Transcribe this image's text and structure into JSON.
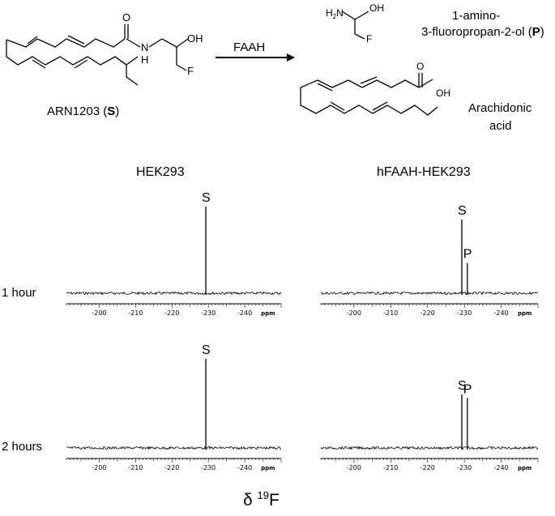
{
  "scheme": {
    "substrate_name": "ARN1203 (",
    "substrate_code": "S",
    "substrate_close": ")",
    "enzyme": "FAAH",
    "amine_label_1": "1-amino-",
    "amine_label_2": "3-fluoropropan-2-ol (",
    "amine_code": "P",
    "amine_close": ")",
    "acid_label_1": "Arachidonic",
    "acid_label_2": "acid",
    "atoms": {
      "O": "O",
      "N": "N",
      "H": "H",
      "OH": "OH",
      "F": "F",
      "H2N_H": "H",
      "H2N_2": "2",
      "H2N_N": "N"
    }
  },
  "columns": [
    "HEK293",
    "hFAAH-HEK293"
  ],
  "rows": [
    "1 hour",
    "2 hours"
  ],
  "axis": {
    "ticks": [
      -200,
      -210,
      -220,
      -230,
      -240
    ],
    "tick_labels": [
      "-200",
      "-210",
      "-220",
      "-230",
      "-240"
    ],
    "unit": "ppm",
    "x_min": -191,
    "x_max": -250
  },
  "spectra": [
    {
      "column": "HEK293",
      "row": "1 hour",
      "peaks": [
        {
          "label": "S",
          "ppm": -229.3,
          "height": 1.0
        }
      ]
    },
    {
      "column": "hFAAH-HEK293",
      "row": "1 hour",
      "peaks": [
        {
          "label": "S",
          "ppm": -229.3,
          "height": 0.85
        },
        {
          "label": "P",
          "ppm": -230.8,
          "height": 0.35
        }
      ]
    },
    {
      "column": "HEK293",
      "row": "2 hours",
      "peaks": [
        {
          "label": "S",
          "ppm": -229.3,
          "height": 1.0
        }
      ]
    },
    {
      "column": "hFAAH-HEK293",
      "row": "2 hours",
      "peaks": [
        {
          "label": "S",
          "ppm": -229.3,
          "height": 0.6
        },
        {
          "label": "P",
          "ppm": -230.8,
          "height": 0.56
        }
      ]
    }
  ],
  "xlabel_delta": "δ ",
  "xlabel_sup": "19",
  "xlabel_nucleus": "F"
}
